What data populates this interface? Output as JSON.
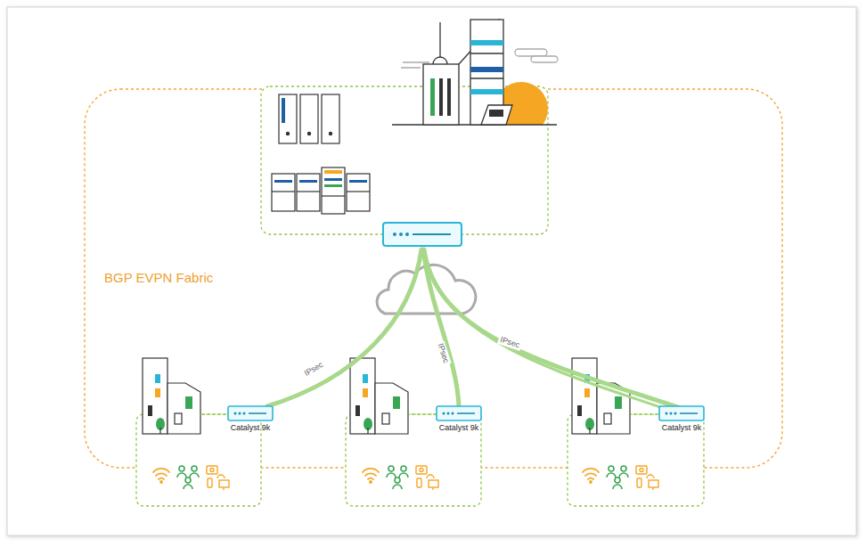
{
  "diagram": {
    "nodes": [
      {
        "text": [
          "BGP EVPN Fabric"
        ]
      },
      {
        "text": [
          "Catalyst 9k"
        ],
        "in": 0
      },
      {
        "text": [
          "Catalyst 9k"
        ],
        "in": 0
      },
      {
        "text": [
          "Catalyst 9k"
        ],
        "in": 0
      }
    ],
    "labels": [
      "IPsec",
      "IPsec",
      "IPsec"
    ]
  }
}
